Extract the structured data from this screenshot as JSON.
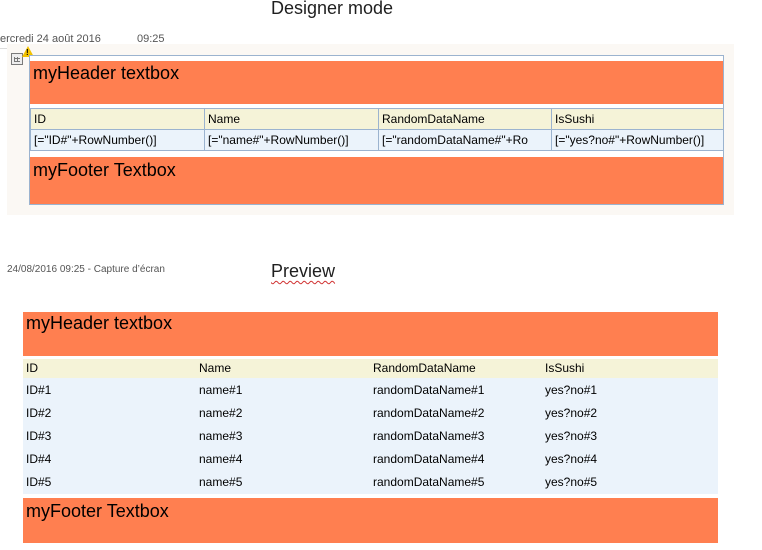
{
  "designer": {
    "title": "Designer mode",
    "date": "ercredi 24 août 2016",
    "time": "09:25",
    "header_text": "myHeader textbox",
    "footer_text": "myFooter Textbox",
    "columns": [
      "ID",
      "Name",
      "RandomDataName",
      "IsSushi"
    ],
    "expressions": [
      "[=\"ID#\"+RowNumber()]",
      "[=\"name#\"+RowNumber()]",
      "[=\"randomDataName#\"+Ro",
      "[=\"yes?no#\"+RowNumber()]"
    ]
  },
  "preview": {
    "stamp": "24/08/2016 09:25 - Capture d’écran",
    "title": "Preview",
    "header_text": "myHeader textbox",
    "footer_text": "myFooter Textbox",
    "columns": [
      "ID",
      "Name",
      "RandomDataName",
      "IsSushi"
    ],
    "rows": [
      [
        "ID#1",
        "name#1",
        "randomDataName#1",
        "yes?no#1"
      ],
      [
        "ID#2",
        "name#2",
        "randomDataName#2",
        "yes?no#2"
      ],
      [
        "ID#3",
        "name#3",
        "randomDataName#3",
        "yes?no#3"
      ],
      [
        "ID#4",
        "name#4",
        "randomDataName#4",
        "yes?no#4"
      ],
      [
        "ID#5",
        "name#5",
        "randomDataName#5",
        "yes?no#5"
      ]
    ]
  },
  "colors": {
    "accent": "#ff7f50",
    "header_row": "#f5f3d8",
    "data_row": "#ebf3fb",
    "border": "#9bb3cf"
  }
}
